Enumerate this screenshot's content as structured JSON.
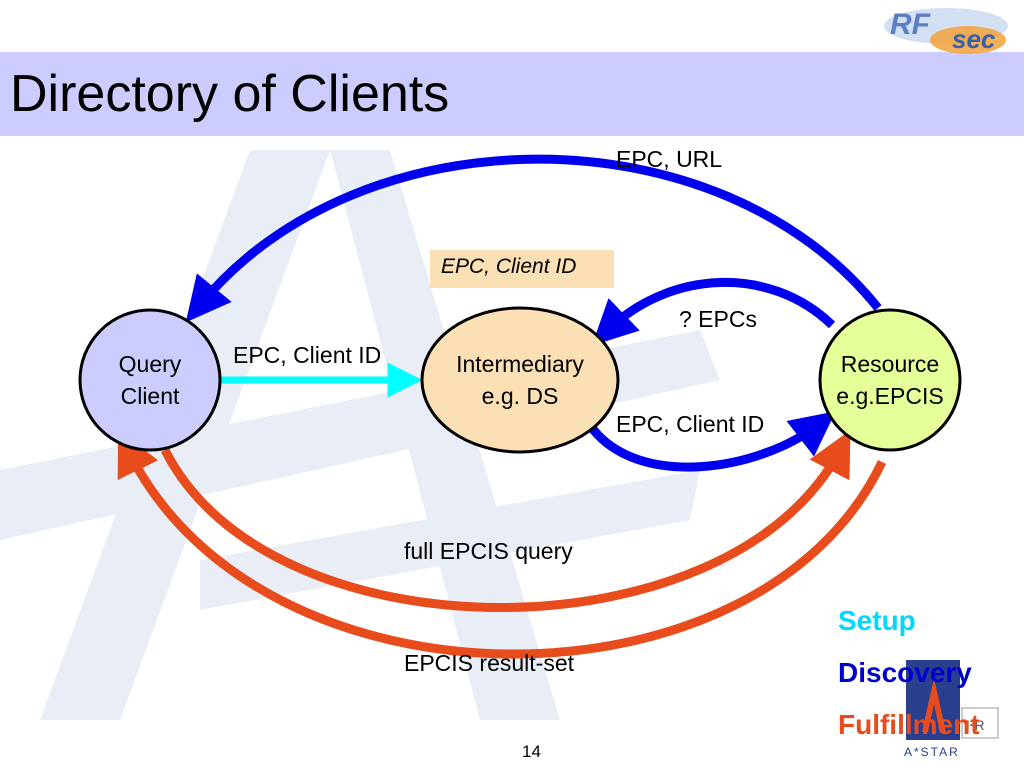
{
  "slide": {
    "title": "Directory of Clients",
    "page_number": "14"
  },
  "nodes": {
    "query_client": {
      "line1": "Query",
      "line2": "Client"
    },
    "intermediary": {
      "line1": "Intermediary",
      "line2": "e.g. DS"
    },
    "resource": {
      "line1": "Resource",
      "line2": "e.g.EPCIS"
    }
  },
  "edges": {
    "epc_url": "EPC, URL",
    "epc_client_id_highlight": "EPC, Client ID",
    "epcs_query": "? EPCs",
    "epc_client_id_left": "EPC, Client ID",
    "epc_client_id_right": "EPC, Client ID",
    "full_epcis_query": "full EPCIS query",
    "epcis_result_set": "EPCIS result-set"
  },
  "legend": {
    "setup": {
      "label": "Setup",
      "color": "#00d8ff"
    },
    "discovery": {
      "label": "Discovery",
      "color": "#0000cc"
    },
    "fulfillment": {
      "label": "Fulfillment",
      "color": "#e84b1c"
    }
  },
  "colors": {
    "title_bar": "#ccccff",
    "query_client_fill": "#ccccff",
    "intermediary_fill": "#fbe0b5",
    "resource_fill": "#e5ff99",
    "discovery_arrow": "#0000ee",
    "setup_arrow": "#00ffff",
    "fulfillment_arrow": "#e84b1c"
  }
}
